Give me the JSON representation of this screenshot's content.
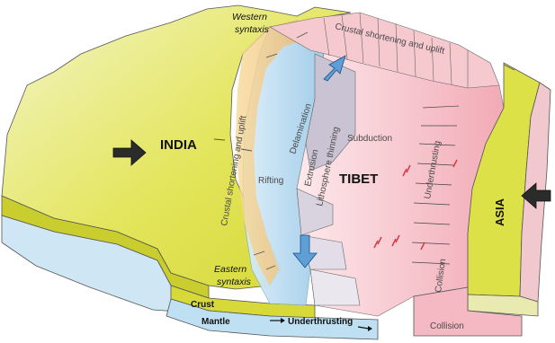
{
  "labels": {
    "india": "INDIA",
    "tibet": "TIBET",
    "asia": "ASIA",
    "western_syntaxis_1": "Western",
    "western_syntaxis_2": "syntaxis",
    "eastern_syntaxis_1": "Eastern",
    "eastern_syntaxis_2": "syntaxis",
    "crustal_shortening_top": "Crustal shortening and uplift",
    "crustal_shortening_left": "Crustal shortening and uplift",
    "delamination": "Delamination",
    "extrusion": "Extrusion",
    "lithosphere_thinning": "Lithosphere thinning",
    "rifting": "Rifting",
    "subduction": "Subduction",
    "underthrusting_right": "Underthrusting",
    "collision_vertical": "Collision",
    "collision_bottom": "Collision",
    "crust": "Crust",
    "mantle": "Mantle",
    "underthrusting_bottom": "Underthrusting"
  },
  "colors": {
    "india_plate": "#d9dc38",
    "india_side": "#c7cb2c",
    "india_top_light": "#eef0a8",
    "mantle_blue": "#bfe0f2",
    "rift_blue": "#9fcbe8",
    "tibet_pink": "#f4b9c2",
    "tibet_light": "#fbe1e5",
    "orange_band": "#f3c27a",
    "arrow_dark": "#2b2b2b",
    "arrow_blue": "#5e9fd6",
    "fault_red": "#d8323c"
  },
  "icons": {
    "india_push_arrow": "arrow-right",
    "asia_push_arrow": "arrow-left",
    "delamination_arrow": "arrow-down",
    "extrusion_arrow": "arrow-up"
  }
}
